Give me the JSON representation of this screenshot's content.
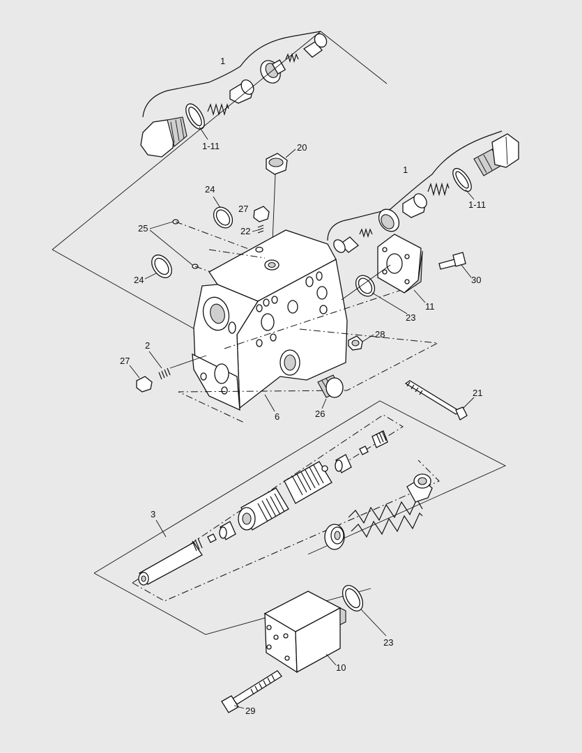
{
  "callouts": {
    "c1_top": "1",
    "c1_11_top": "1-11",
    "c20": "20",
    "c24_top": "24",
    "c27_top": "27",
    "c22": "22",
    "c25": "25",
    "c24_left": "24",
    "c1_right": "1",
    "c1_11_right": "1-11",
    "c30": "30",
    "c11": "11",
    "c23_mid": "23",
    "c28": "28",
    "c2": "2",
    "c27_left": "27",
    "c21": "21",
    "c26": "26",
    "c6": "6",
    "c3": "3",
    "c23_bottom": "23",
    "c10": "10",
    "c29": "29"
  }
}
